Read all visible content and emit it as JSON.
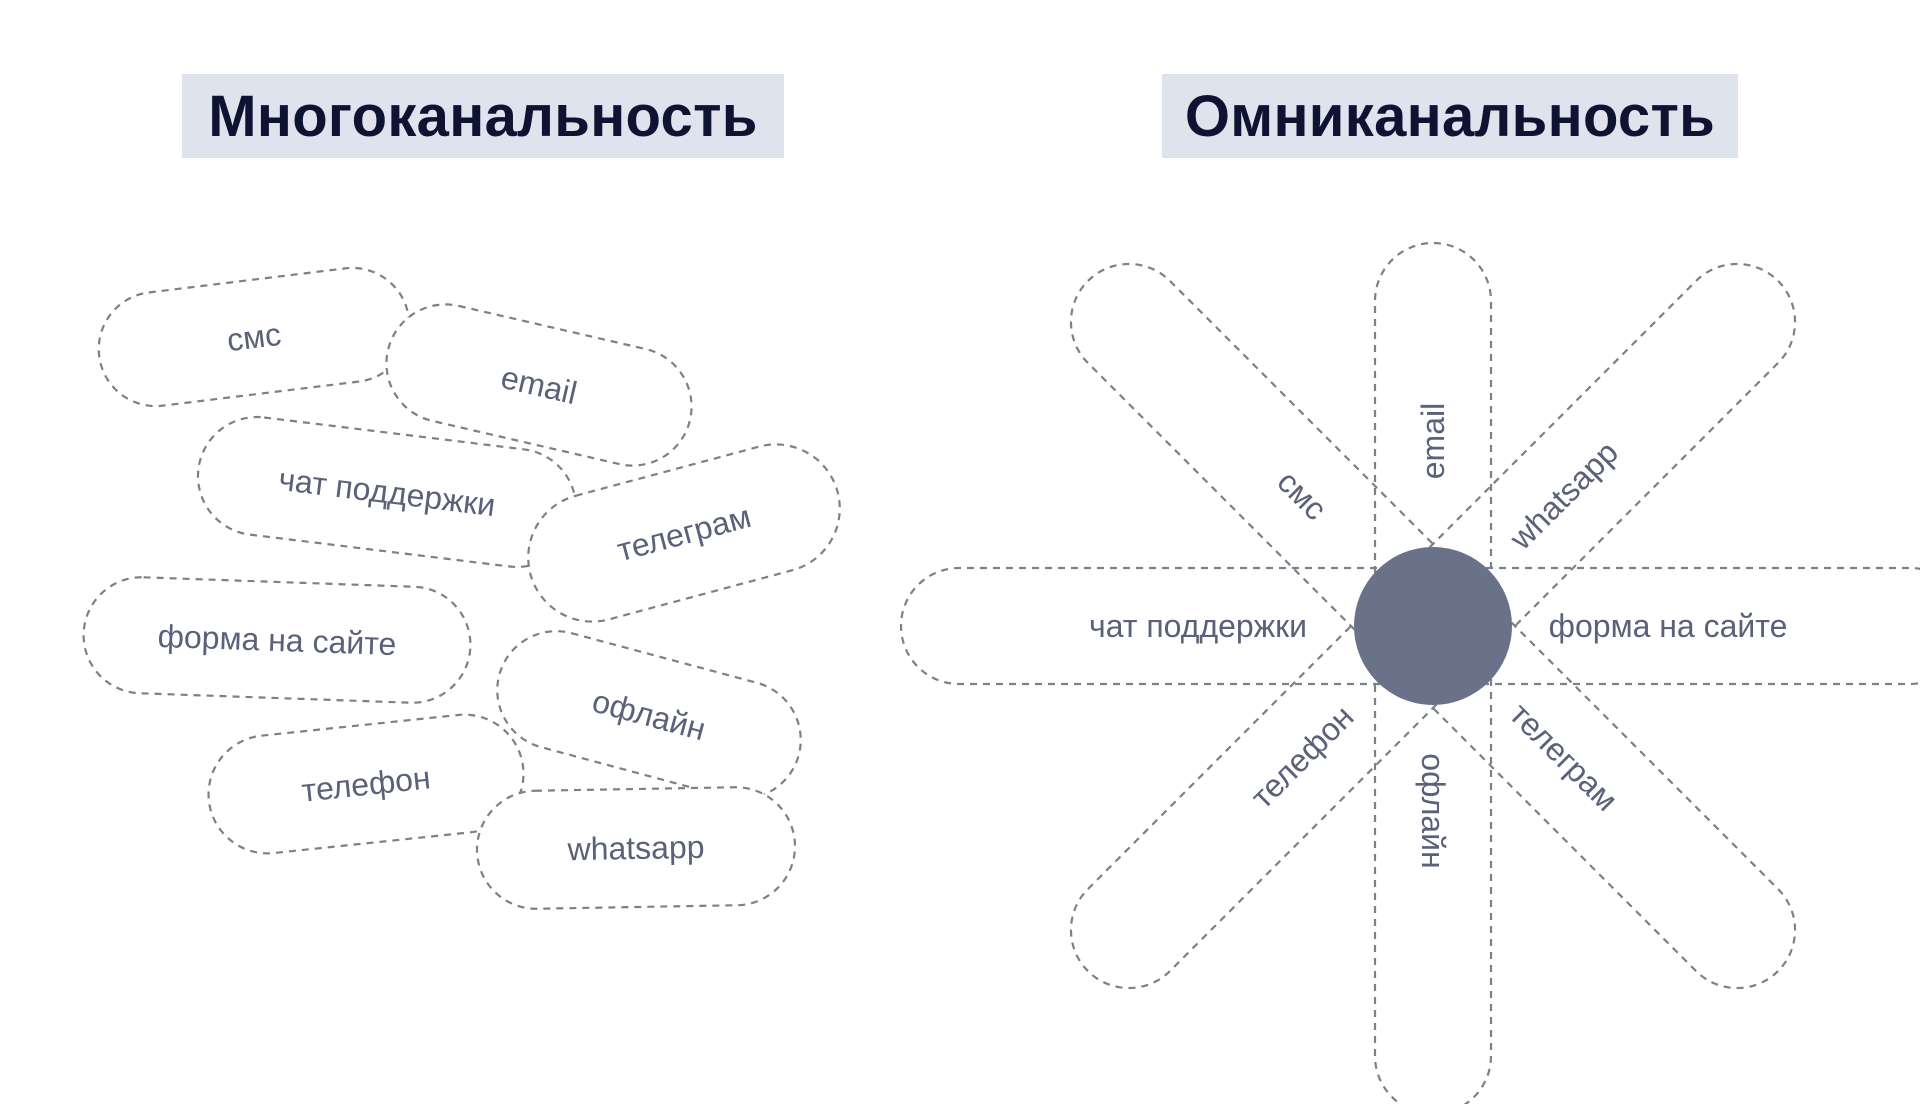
{
  "multichannel": {
    "title": "Многоканальность",
    "channels": [
      {
        "key": "sms",
        "label": "смс"
      },
      {
        "key": "email",
        "label": "email"
      },
      {
        "key": "support-chat",
        "label": "чат поддержки"
      },
      {
        "key": "telegram",
        "label": "телеграм"
      },
      {
        "key": "site-form",
        "label": "форма на сайте"
      },
      {
        "key": "offline",
        "label": "офлайн"
      },
      {
        "key": "phone",
        "label": "телефон"
      },
      {
        "key": "whatsapp",
        "label": "whatsapp"
      }
    ]
  },
  "omnichannel": {
    "title": "Омниканальность",
    "hub_color": "#6a7289",
    "channels": [
      {
        "key": "email",
        "label": "email"
      },
      {
        "key": "whatsapp",
        "label": "whatsapp"
      },
      {
        "key": "site-form",
        "label": "форма на сайте"
      },
      {
        "key": "telegram",
        "label": "телеграм"
      },
      {
        "key": "offline",
        "label": "офлайн"
      },
      {
        "key": "phone",
        "label": "телефон"
      },
      {
        "key": "support-chat",
        "label": "чат поддержки"
      },
      {
        "key": "sms",
        "label": "смс"
      }
    ]
  }
}
